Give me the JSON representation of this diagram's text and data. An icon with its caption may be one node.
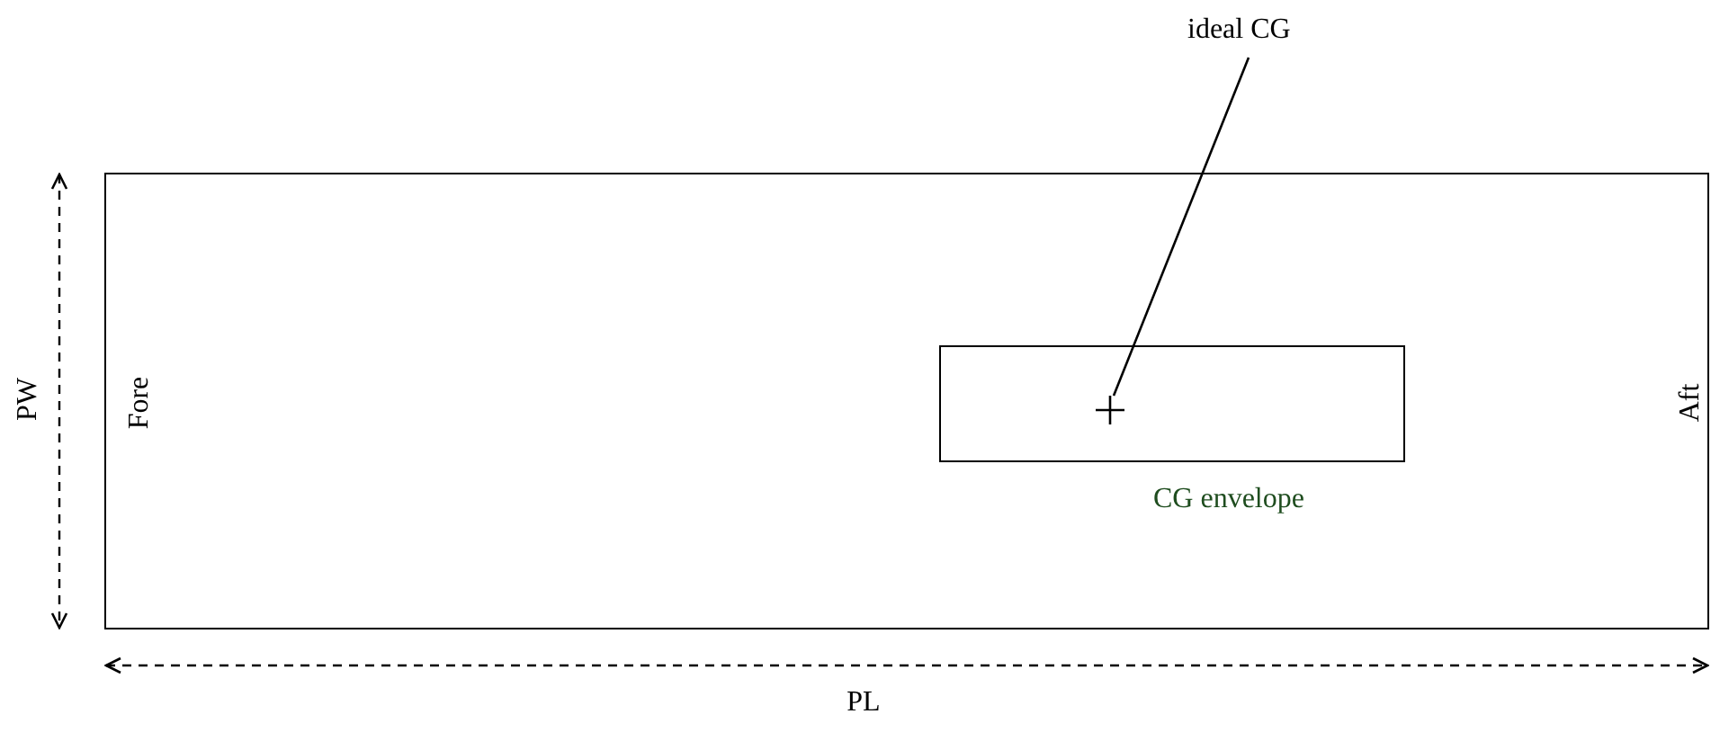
{
  "diagram": {
    "nodes": [
      {
        "text": [
          "Fore",
          "Aft"
        ]
      },
      {
        "text": [
          "CG envelope"
        ],
        "in": 0
      },
      {
        "text": [
          "ideal CG"
        ]
      },
      {
        "text": [],
        "shape": "cross",
        "in": 1
      }
    ],
    "edges": [
      {
        "from": 2,
        "to": 3,
        "arrow": "none"
      }
    ],
    "labels": [
      "PW",
      "PL"
    ]
  }
}
